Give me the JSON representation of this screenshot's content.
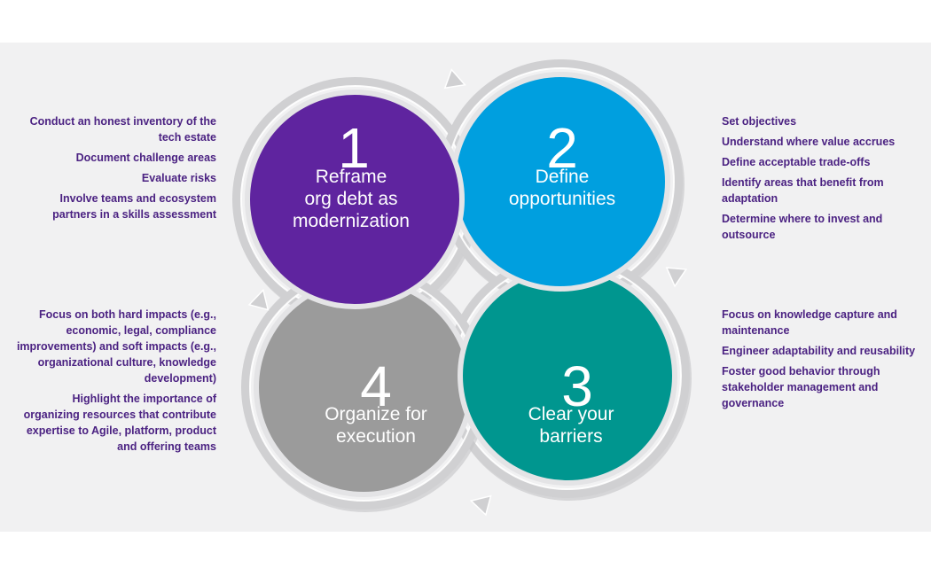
{
  "colors": {
    "background_panel": "#f1f1f2",
    "step_1": "#5f249f",
    "step_2": "#009fdf",
    "step_3": "#00968f",
    "step_4": "#9b9b9b",
    "ring": "#d0d0d2",
    "text": "#4b2282"
  },
  "steps": [
    {
      "number": "1",
      "title_lines": [
        "Reframe",
        "org debt as",
        "modernization"
      ],
      "bullets": [
        "Conduct an honest inventory of the tech estate",
        "Document challenge areas",
        "Evaluate risks",
        "Involve teams and ecosystem partners in a skills assessment"
      ]
    },
    {
      "number": "2",
      "title_lines": [
        "Define",
        "opportunities"
      ],
      "bullets": [
        "Set objectives",
        "Understand where value accrues",
        "Define acceptable trade-offs",
        "Identify areas that benefit from adaptation",
        "Determine where to invest and outsource"
      ]
    },
    {
      "number": "3",
      "title_lines": [
        "Clear your",
        "barriers"
      ],
      "bullets": [
        "Focus on knowledge capture and maintenance",
        "Engineer adaptability and reusability",
        "Foster good behavior through stakeholder management and governance"
      ]
    },
    {
      "number": "4",
      "title_lines": [
        "Organize for",
        "execution"
      ],
      "bullets": [
        "Focus on both hard impacts (e.g., economic, legal, compliance improvements) and soft impacts (e.g., organizational culture, knowledge development)",
        "Highlight the importance of organizing resources that contribute expertise to Agile, platform, product and offering teams"
      ]
    }
  ],
  "icons": [
    "arrow-cw-icon",
    "arrow-cw-icon",
    "arrow-cw-icon",
    "arrow-cw-icon"
  ]
}
